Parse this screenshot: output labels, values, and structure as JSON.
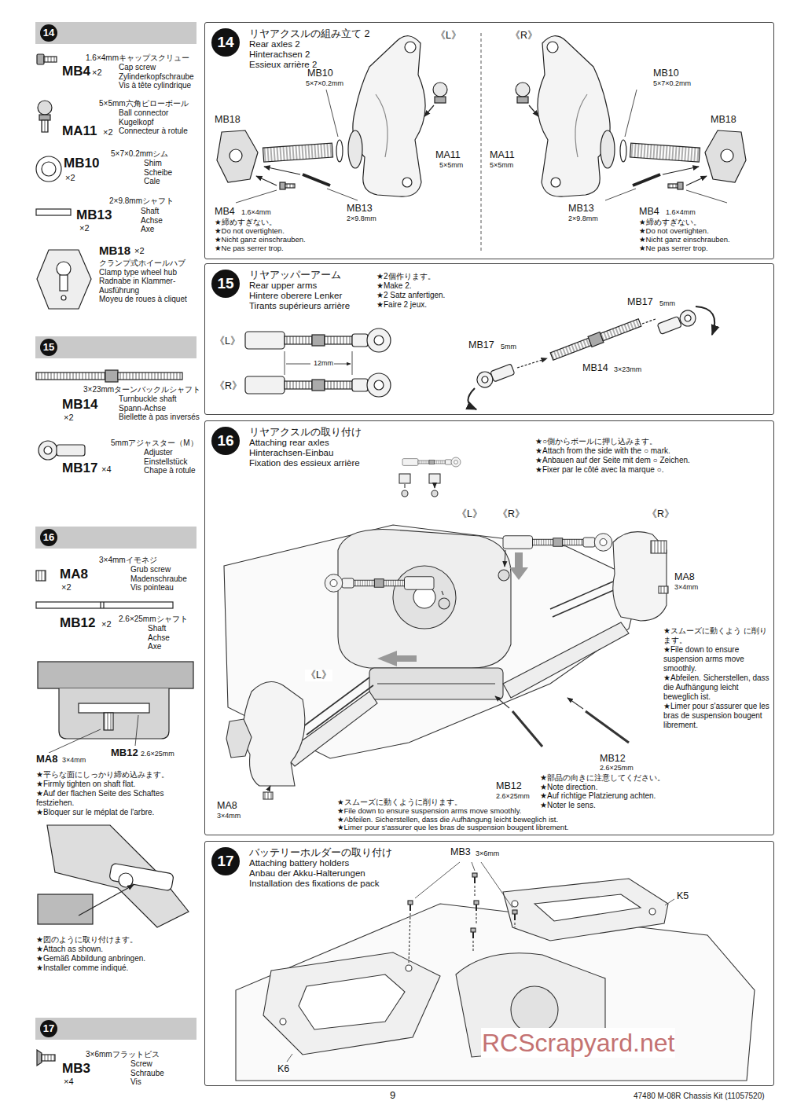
{
  "diagram": {
    "nodes": [
      {
        "text": [
          "14"
        ]
      },
      {
        "text": [
          "14",
          "リヤアクスルの組み立て 2",
          "Rear axles 2",
          "Hinterachsen 2",
          "Essieux arrière 2"
        ]
      },
      {
        "text": [
          "15"
        ]
      },
      {
        "text": [
          "15",
          "リヤアッパーアーム",
          "Rear upper arms",
          "Hintere oberere Lenker",
          "Tirants supérieurs arrière"
        ]
      },
      {
        "text": [
          "16"
        ]
      },
      {
        "text": [
          "16",
          "リヤアクスルの取り付け",
          "Attaching rear axles",
          "Hinterachsen-Einbau",
          "Fixation des essieux arrière"
        ]
      },
      {
        "text": [
          "17"
        ]
      },
      {
        "text": [
          "17",
          "バッテリーホルダーの取り付け",
          "Attaching battery holders",
          "Anbau der Akku-Halterungen",
          "Installation des fixations de pack"
        ]
      }
    ],
    "labels": [
      "MB4",
      "×2",
      "1.6×4mmキャップスクリュー",
      "Cap screw",
      "Zylinderkopfschraube",
      "Vis à tête cylindrique",
      "MA11",
      "×2",
      "5×5mm六角ピローボール",
      "Ball connector",
      "Kugelkopf",
      "Connecteur à rotule",
      "MB10",
      "×2",
      "5×7×0.2mmシム",
      "Shim",
      "Scheibe",
      "Cale",
      "MB13",
      "×2",
      "2×9.8mmシャフト",
      "Shaft",
      "Achse",
      "Axe",
      "MB18",
      "×2",
      "クランプ式ホイールハブ",
      "Clamp type wheel hub",
      "Radnabe in Klammer- Ausführung",
      "Moyeu de roues à cliquet",
      "MB14",
      "×2",
      "3×23mmターンバックルシャフト",
      "Turnbuckle shaft",
      "Spann-Achse",
      "Biellette à pas inversés",
      "MB17",
      "×4",
      "5mmアジャスター（M）",
      "Adjuster",
      "Einstellstück",
      "Chape à rotule",
      "MA8",
      "×2",
      "3×4mmイモネジ",
      "Grub screw",
      "Madenschraube",
      "Vis pointeau",
      "MB12",
      "×2",
      "2.6×25mmシャフト",
      "Shaft",
      "Achse",
      "Axe",
      "MA8",
      "3×4mm",
      "MB12",
      "2.6×25mm",
      "★平らな面にしっかり締め込みます。",
      "★Firmly tighten on shaft flat.",
      "★Auf der flachen Seite des Schaftes festziehen.",
      "★Bloquer sur le méplat de l'arbre.",
      "★図のように取り付けます。",
      "★Attach as shown.",
      "★Gemäß Abbildung anbringen.",
      "★Installer comme indiqué.",
      "MB3",
      "×4",
      "3×6mmフラットビス",
      "Screw",
      "Schraube",
      "Vis",
      "《L》",
      "《R》",
      "MB18",
      "MB10",
      "5×7×0.2mm",
      "MA11",
      "5×5mm",
      "MB4",
      "1.6×4mm",
      "★締めすぎない。",
      "★Do not overtighten.",
      "★Nicht ganz einschrauben.",
      "★Ne pas serrer trop.",
      "MB13",
      "2×9.8mm",
      "MA11",
      "5×5mm",
      "MB10",
      "5×7×0.2mm",
      "MB18",
      "MB13",
      "2×9.8mm",
      "MB4",
      "1.6×4mm",
      "★締めすぎない。",
      "★Do not overtighten.",
      "★Nicht ganz einschrauben.",
      "★Ne pas serrer trop.",
      "★2個作ります。",
      "★Make 2.",
      "★2 Satz anfertigen.",
      "★Faire 2 jeux.",
      "《L》",
      "《R》",
      "12mm",
      "MB17",
      "5mm",
      "MB17",
      "5mm",
      "MB14",
      "3×23mm",
      "★○側からボールに押し込みます。",
      "★Attach from the side with the ○ mark.",
      "★Anbauen auf der Seite mit dem ○ Zeichen.",
      "★Fixer par le côté avec la marque ○.",
      "《L》",
      "《R》",
      "《R》",
      "《L》",
      "MA8",
      "3×4mm",
      "★スムーズに動くよう に削ります。",
      "★File down to ensure suspension arms move smoothly.",
      "★Abfeilen. Sicherstellen, dass die Aufhängung leicht beweglich ist.",
      "★Limer pour s'assurer que les bras de suspension bougent librement.",
      "MB12",
      "2.6×25mm",
      "★部品の向きに注意してください。",
      "★Note direction.",
      "★Auf richtige Platzierung achten.",
      "★Noter le sens.",
      "MB12",
      "2.6×25mm",
      "MA8",
      "3×4mm",
      "★スムーズに動くように削ります。",
      "★File down to ensure suspension arms move smoothly.",
      "★Abfeilen. Sicherstellen, dass die Aufhängung leicht beweglich ist.",
      "★Limer pour s'assurer que les bras de suspension bougent librement.",
      "MB3",
      "3×6mm",
      "K5",
      "K6",
      "9",
      "47480 M-08R Chassis Kit (11057520)",
      "RCScrapyard.net"
    ]
  }
}
